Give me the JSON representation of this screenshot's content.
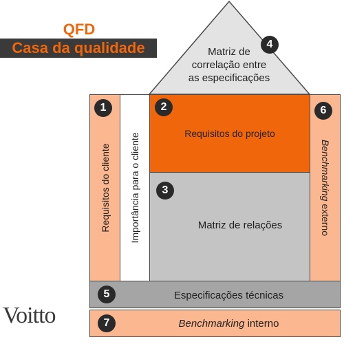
{
  "header": {
    "title": "QFD",
    "subtitle": "Casa da qualidade"
  },
  "roof": {
    "number": "4",
    "lines": [
      "Matriz de",
      "correlação entre",
      "as especificações"
    ]
  },
  "sections": {
    "customer_requirements": {
      "number": "1",
      "label": "Requisitos do cliente"
    },
    "customer_importance": {
      "label": "Importância para o cliente"
    },
    "design_requirements": {
      "number": "2",
      "label": "Requisitos do projeto"
    },
    "relationship_matrix": {
      "number": "3",
      "label": "Matriz de relações"
    },
    "technical_specs": {
      "number": "5",
      "label": "Especificações técnicas"
    },
    "external_benchmarking": {
      "number": "6",
      "label_italic": "Benchmarking",
      "label_rest": " externo"
    },
    "internal_benchmarking": {
      "number": "7",
      "label_italic": "Benchmarking",
      "label_rest": " interno"
    }
  },
  "logo": {
    "text": "Voitto"
  },
  "colors": {
    "orange": "#f0660a",
    "peach": "#fbb790",
    "grey": "#c4c4c4",
    "dark_grey": "#a5a5a5",
    "roof": "#e3e3e3"
  }
}
